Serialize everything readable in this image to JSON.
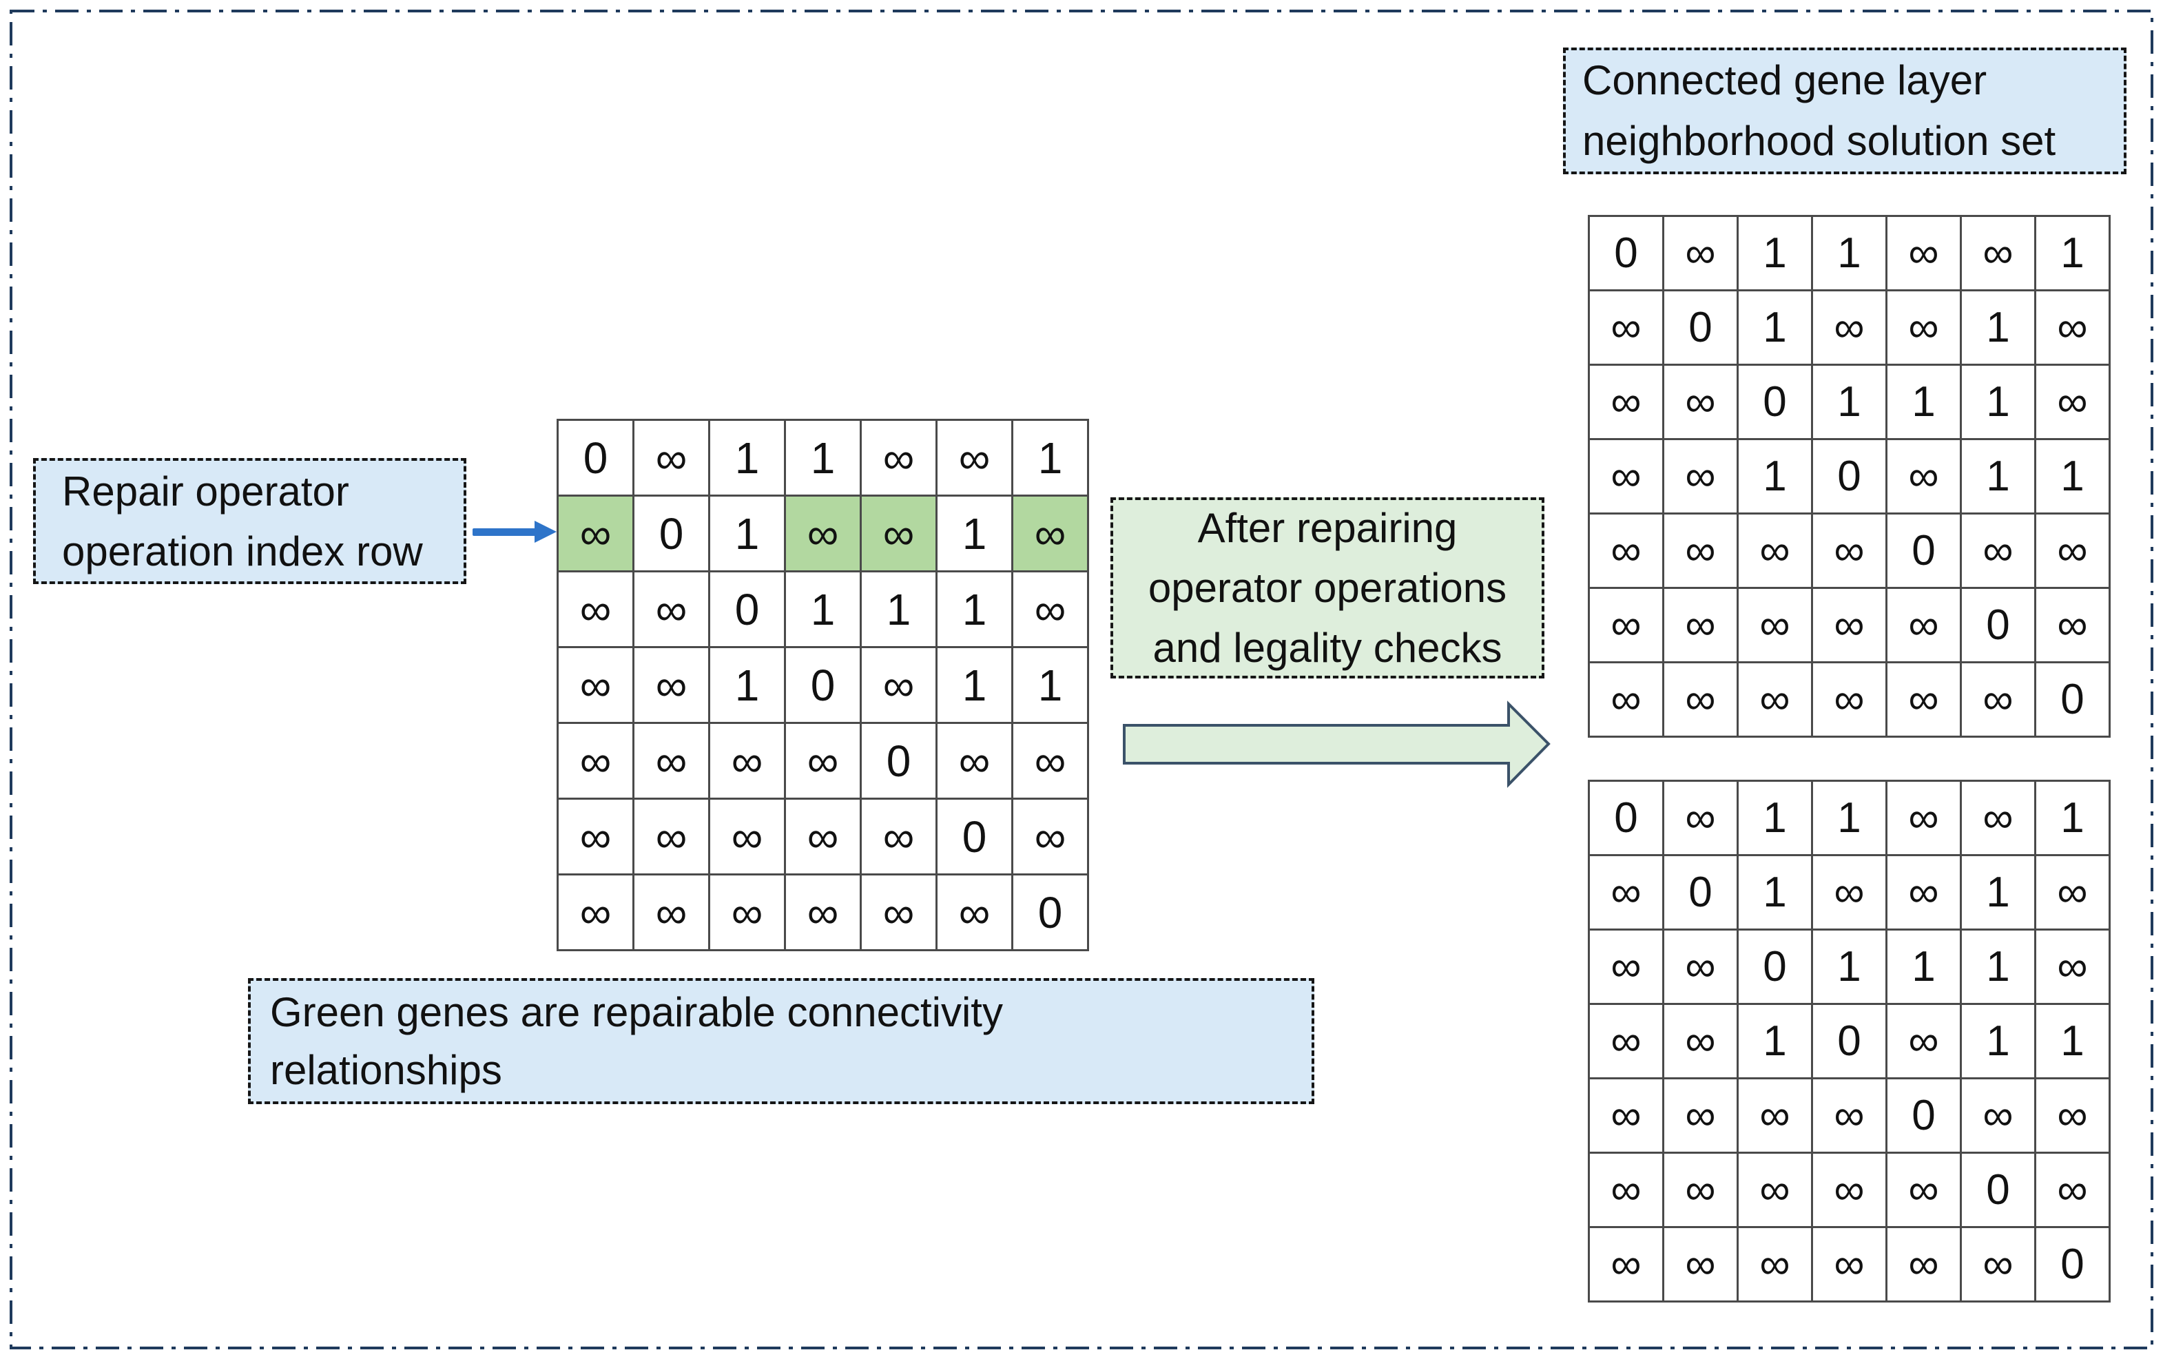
{
  "diagram": {
    "labels": {
      "repair_operator": {
        "lines": [
          "Repair operator",
          "operation index row"
        ]
      },
      "solution_set": {
        "lines": [
          "Connected gene layer",
          "neighborhood solution set"
        ]
      },
      "after_repair": {
        "lines": [
          "After repairing",
          "operator operations",
          "and legality checks"
        ]
      },
      "green_genes": {
        "lines": [
          "Green genes are repairable connectivity",
          "relationships"
        ]
      }
    },
    "matrices": {
      "source": {
        "rows": [
          [
            "0",
            "∞",
            "1",
            "1",
            "∞",
            "∞",
            "1"
          ],
          [
            "∞",
            "0",
            "1",
            "∞",
            "∞",
            "1",
            "∞"
          ],
          [
            "∞",
            "∞",
            "0",
            "1",
            "1",
            "1",
            "∞"
          ],
          [
            "∞",
            "∞",
            "1",
            "0",
            "∞",
            "1",
            "1"
          ],
          [
            "∞",
            "∞",
            "∞",
            "∞",
            "0",
            "∞",
            "∞"
          ],
          [
            "∞",
            "∞",
            "∞",
            "∞",
            "∞",
            "0",
            "∞"
          ],
          [
            "∞",
            "∞",
            "∞",
            "∞",
            "∞",
            "∞",
            "0"
          ]
        ],
        "highlight": {
          "row": 1,
          "cols": [
            0,
            3,
            4,
            6
          ]
        }
      },
      "result_top": {
        "rows": [
          [
            "0",
            "∞",
            "1",
            "1",
            "∞",
            "∞",
            "1"
          ],
          [
            "∞",
            "0",
            "1",
            "∞",
            "∞",
            "1",
            "∞"
          ],
          [
            "∞",
            "∞",
            "0",
            "1",
            "1",
            "1",
            "∞"
          ],
          [
            "∞",
            "∞",
            "1",
            "0",
            "∞",
            "1",
            "1"
          ],
          [
            "∞",
            "∞",
            "∞",
            "∞",
            "0",
            "∞",
            "∞"
          ],
          [
            "∞",
            "∞",
            "∞",
            "∞",
            "∞",
            "0",
            "∞"
          ],
          [
            "∞",
            "∞",
            "∞",
            "∞",
            "∞",
            "∞",
            "0"
          ]
        ]
      },
      "result_bottom": {
        "rows": [
          [
            "0",
            "∞",
            "1",
            "1",
            "∞",
            "∞",
            "1"
          ],
          [
            "∞",
            "0",
            "1",
            "∞",
            "∞",
            "1",
            "∞"
          ],
          [
            "∞",
            "∞",
            "0",
            "1",
            "1",
            "1",
            "∞"
          ],
          [
            "∞",
            "∞",
            "1",
            "0",
            "∞",
            "1",
            "1"
          ],
          [
            "∞",
            "∞",
            "∞",
            "∞",
            "0",
            "∞",
            "∞"
          ],
          [
            "∞",
            "∞",
            "∞",
            "∞",
            "∞",
            "0",
            "∞"
          ],
          [
            "∞",
            "∞",
            "∞",
            "∞",
            "∞",
            "∞",
            "0"
          ]
        ]
      }
    },
    "colors": {
      "label_blue_bg": "#D8E9F7",
      "label_green_bg": "#DEEEDC",
      "highlight_green": "#B2D8A0",
      "pointer_arrow_blue": "#2E74C9",
      "block_arrow_fill": "#DEEEDC",
      "block_arrow_border": "#3B5269",
      "page_border": "#1F3A5C",
      "grid_line": "#4A4A4A"
    }
  }
}
